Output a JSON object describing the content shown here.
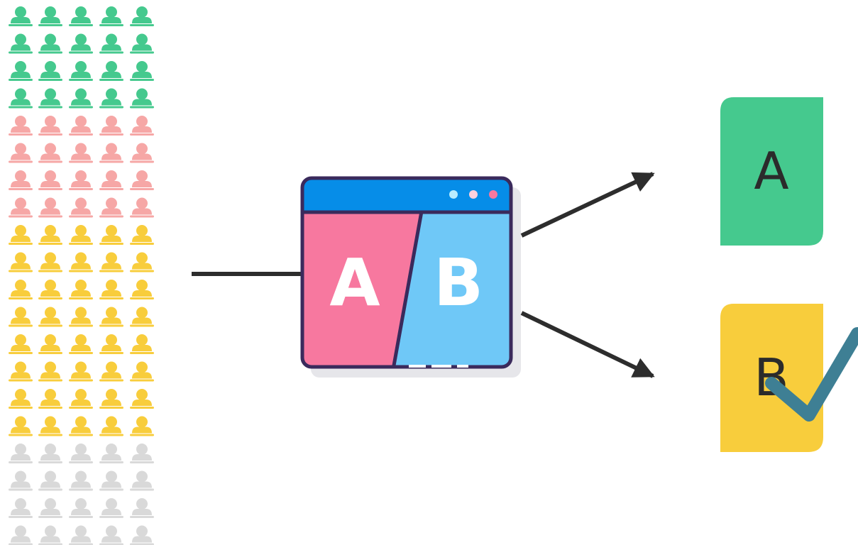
{
  "population": {
    "columns": 5,
    "groups": [
      {
        "color": "#45c98e",
        "rows": 4
      },
      {
        "color": "#f6a7a6",
        "rows": 4
      },
      {
        "color": "#f8cd3c",
        "rows": 8
      },
      {
        "color": "#d9d9d9",
        "rows": 4
      }
    ]
  },
  "window": {
    "titlebar_color": "#068de8",
    "frame_color": "#3a2a5c",
    "panel_a_color": "#f7789f",
    "panel_b_color": "#6fc8f7",
    "dot_colors": [
      "#b9ecff",
      "#ffd0de",
      "#f7789f"
    ],
    "label_a": "A",
    "label_b": "B"
  },
  "variants": [
    {
      "label": "A",
      "color": "#45c98e",
      "winner": false
    },
    {
      "label": "B",
      "color": "#f8cd3c",
      "winner": true
    }
  ],
  "checkmark_color": "#3e7f94",
  "arrow_color": "#2d2d2d",
  "icons": [
    "person-icon",
    "browser-window-icon",
    "arrow-icon",
    "checkmark-icon"
  ]
}
